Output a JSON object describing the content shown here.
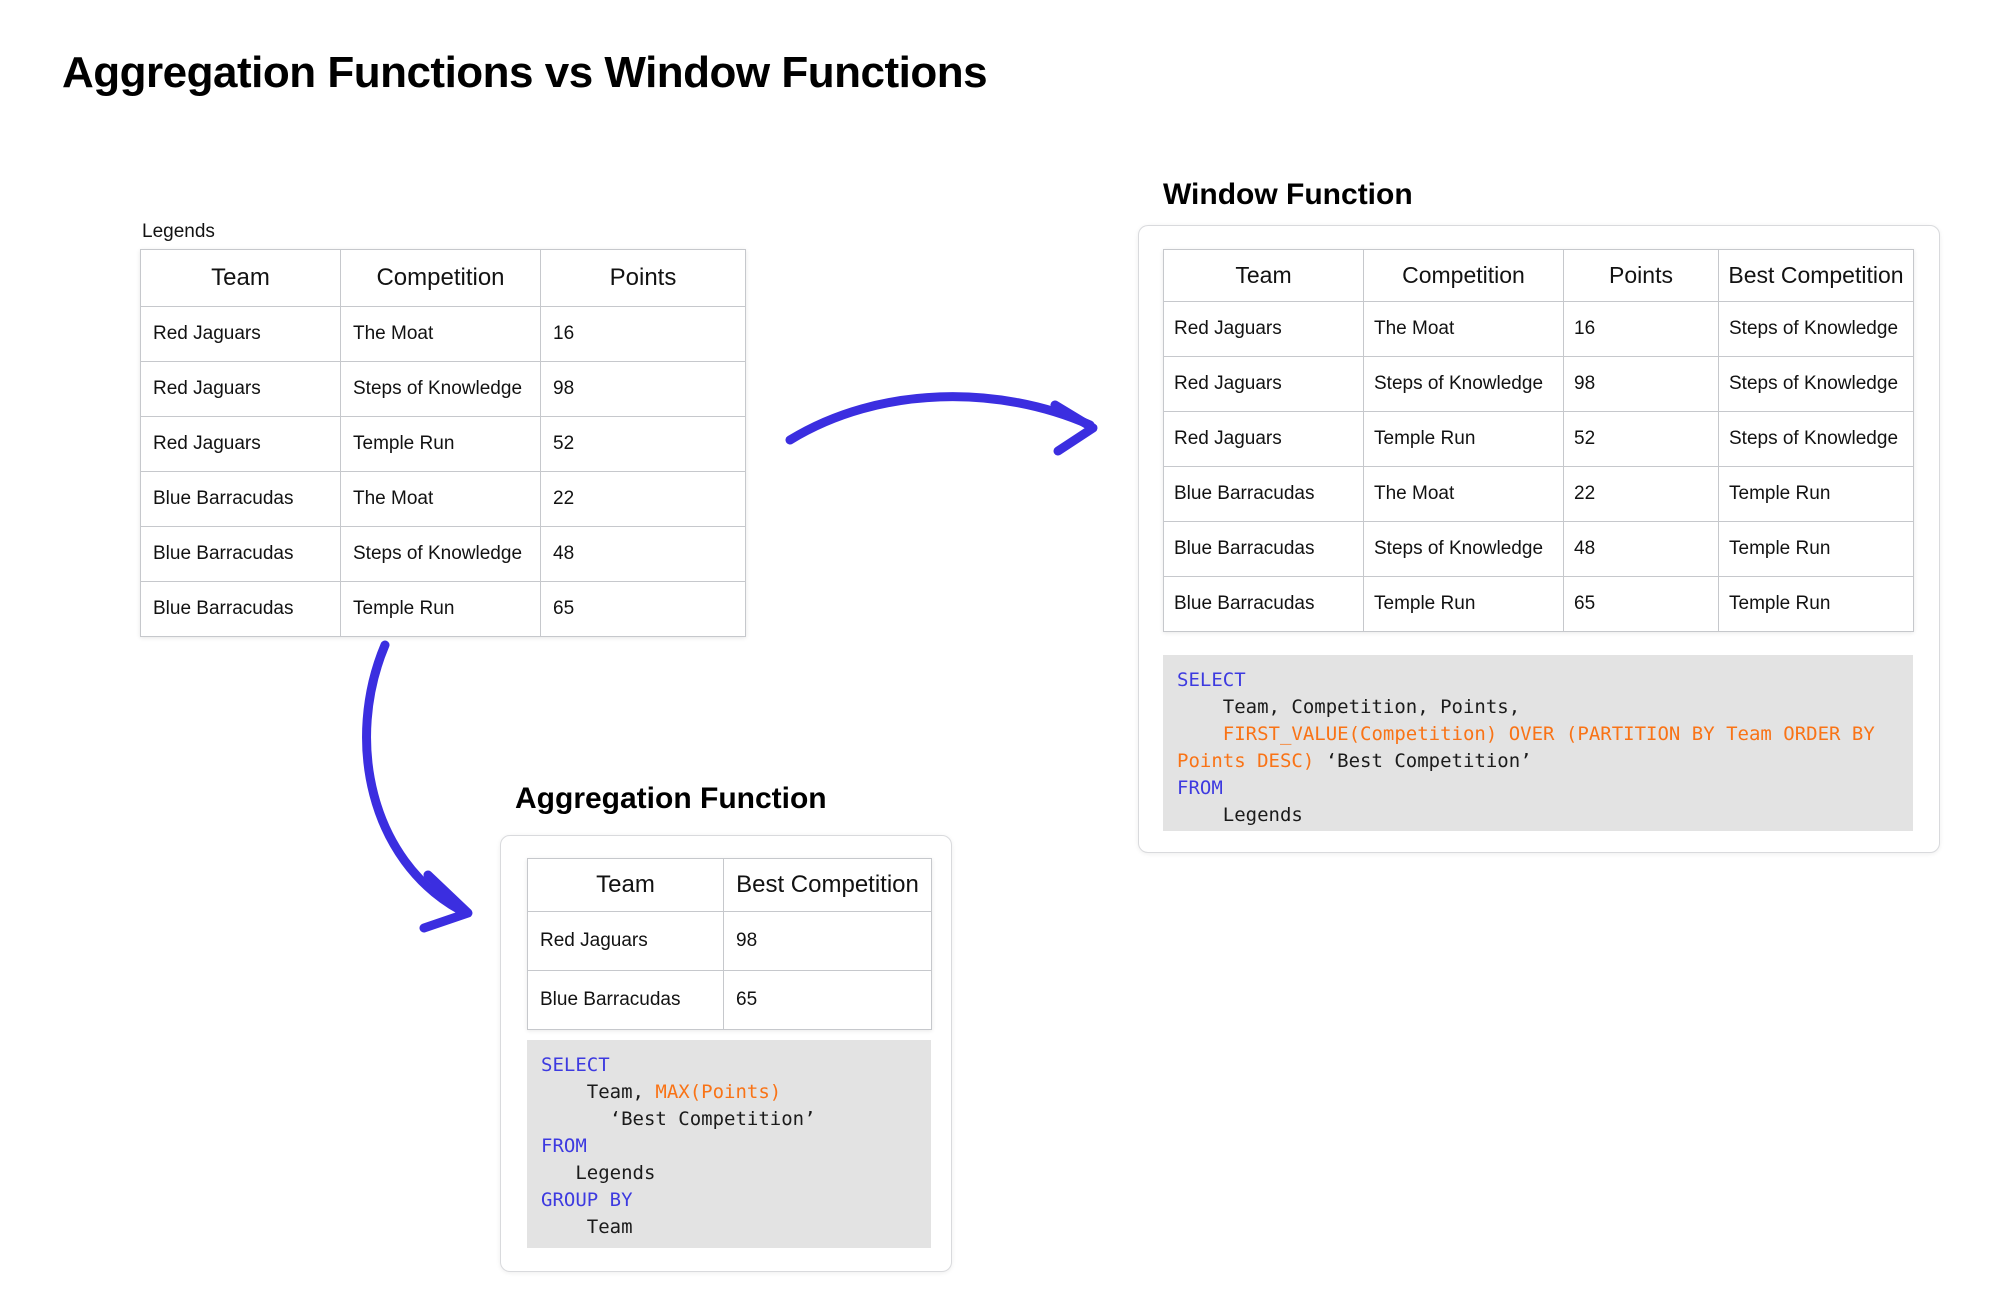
{
  "page": {
    "title": "Aggregation Functions vs Window Functions",
    "accent_arrow_color": "#3b2ee0",
    "code_background": "#e3e3e3",
    "keyword_color": "#3d3ae0",
    "function_color": "#f97316"
  },
  "source_table": {
    "caption": "Legends",
    "columns": [
      "Team",
      "Competition",
      "Points"
    ],
    "rows": [
      [
        "Red Jaguars",
        "The Moat",
        "16"
      ],
      [
        "Red Jaguars",
        "Steps of Knowledge",
        "98"
      ],
      [
        "Red Jaguars",
        "Temple Run",
        "52"
      ],
      [
        "Blue Barracudas",
        "The Moat",
        "22"
      ],
      [
        "Blue Barracudas",
        "Steps of Knowledge",
        "48"
      ],
      [
        "Blue Barracudas",
        "Temple Run",
        "65"
      ]
    ]
  },
  "window_panel": {
    "title": "Window Function",
    "columns": [
      "Team",
      "Competition",
      "Points",
      "Best Competition"
    ],
    "rows": [
      [
        "Red Jaguars",
        "The Moat",
        "16",
        "Steps of Knowledge"
      ],
      [
        "Red Jaguars",
        "Steps of Knowledge",
        "98",
        "Steps of Knowledge"
      ],
      [
        "Red Jaguars",
        "Temple Run",
        "52",
        "Steps of Knowledge"
      ],
      [
        "Blue Barracudas",
        "The Moat",
        "22",
        "Temple Run"
      ],
      [
        "Blue Barracudas",
        "Steps of Knowledge",
        "48",
        "Temple Run"
      ],
      [
        "Blue Barracudas",
        "Temple Run",
        "65",
        "Temple Run"
      ]
    ],
    "code": {
      "line1_kw": "SELECT",
      "line2_plain": "    Team, Competition, Points,",
      "line3_fn": "    FIRST_VALUE(Competition) OVER (PARTITION BY Team ORDER BY Points DESC)",
      "line3_tail": " ‘Best Competition’",
      "line4_kw": "FROM",
      "line5_plain": "    Legends"
    }
  },
  "agg_panel": {
    "title": "Aggregation Function",
    "columns": [
      "Team",
      "Best Competition"
    ],
    "rows": [
      [
        "Red Jaguars",
        "98"
      ],
      [
        "Blue Barracudas",
        "65"
      ]
    ],
    "code": {
      "line1_kw": "SELECT",
      "line2_plain_a": "    Team, ",
      "line2_fn": "MAX(Points)",
      "line3_plain": "      ‘Best Competition’",
      "line4_kw": "FROM",
      "line5_plain": "   Legends",
      "line6_kw": "GROUP BY",
      "line7_plain": "    Team"
    }
  }
}
